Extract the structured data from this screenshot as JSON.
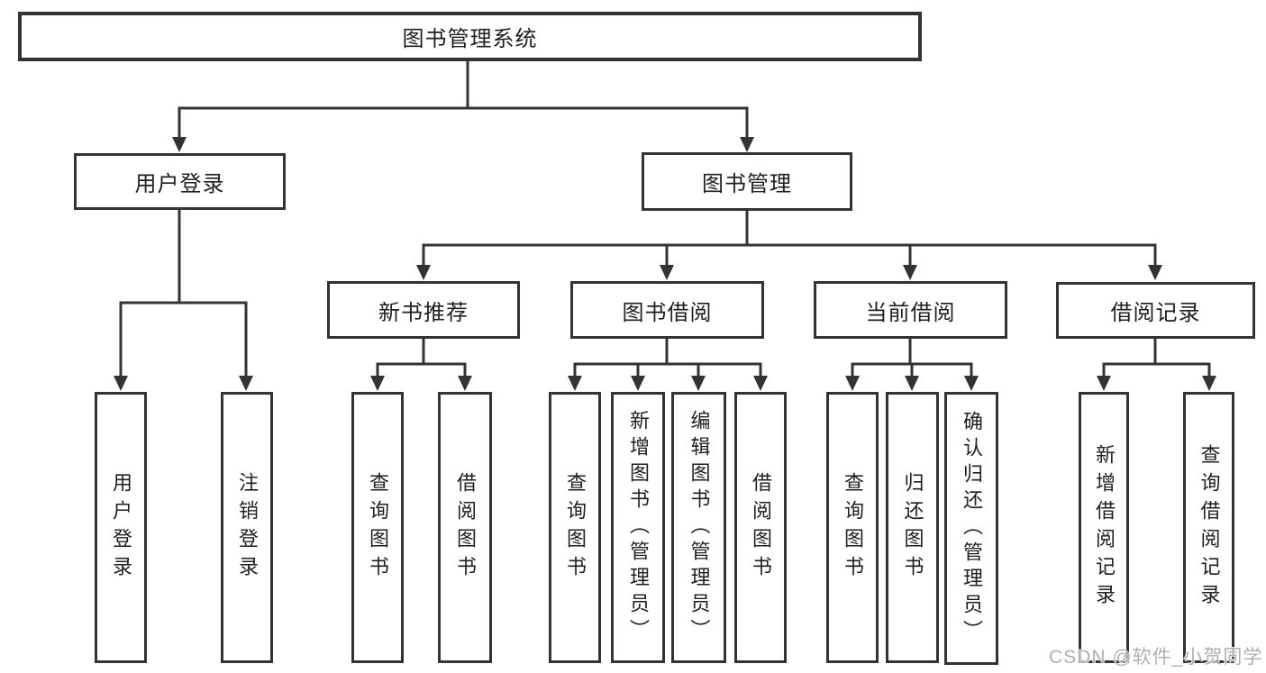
{
  "diagram": {
    "type": "hierarchy-tree",
    "colors": {
      "line": "#333333",
      "box_border": "#333333",
      "box_fill": "#ffffff",
      "text": "#1f1f1f",
      "watermark_text": "#b0b0b0",
      "background": "#ffffff"
    },
    "root": {
      "label": "图书管理系统",
      "children": [
        {
          "label": "用户登录",
          "children": [
            {
              "label": "用户登录"
            },
            {
              "label": "注销登录"
            }
          ]
        },
        {
          "label": "图书管理",
          "children": [
            {
              "label": "新书推荐",
              "children": [
                {
                  "label": "查询图书"
                },
                {
                  "label": "借阅图书"
                }
              ]
            },
            {
              "label": "图书借阅",
              "children": [
                {
                  "label": "查询图书"
                },
                {
                  "label": "新增图书（管理员）"
                },
                {
                  "label": "编辑图书（管理员）"
                },
                {
                  "label": "借阅图书"
                }
              ]
            },
            {
              "label": "当前借阅",
              "children": [
                {
                  "label": "查询图书"
                },
                {
                  "label": "归还图书"
                },
                {
                  "label": "确认归还（管理员）"
                }
              ]
            },
            {
              "label": "借阅记录",
              "children": [
                {
                  "label": "新增借阅记录"
                },
                {
                  "label": "查询借阅记录"
                }
              ]
            }
          ]
        }
      ]
    },
    "watermark": {
      "text": "CSDN @软件_小贺同学"
    }
  }
}
